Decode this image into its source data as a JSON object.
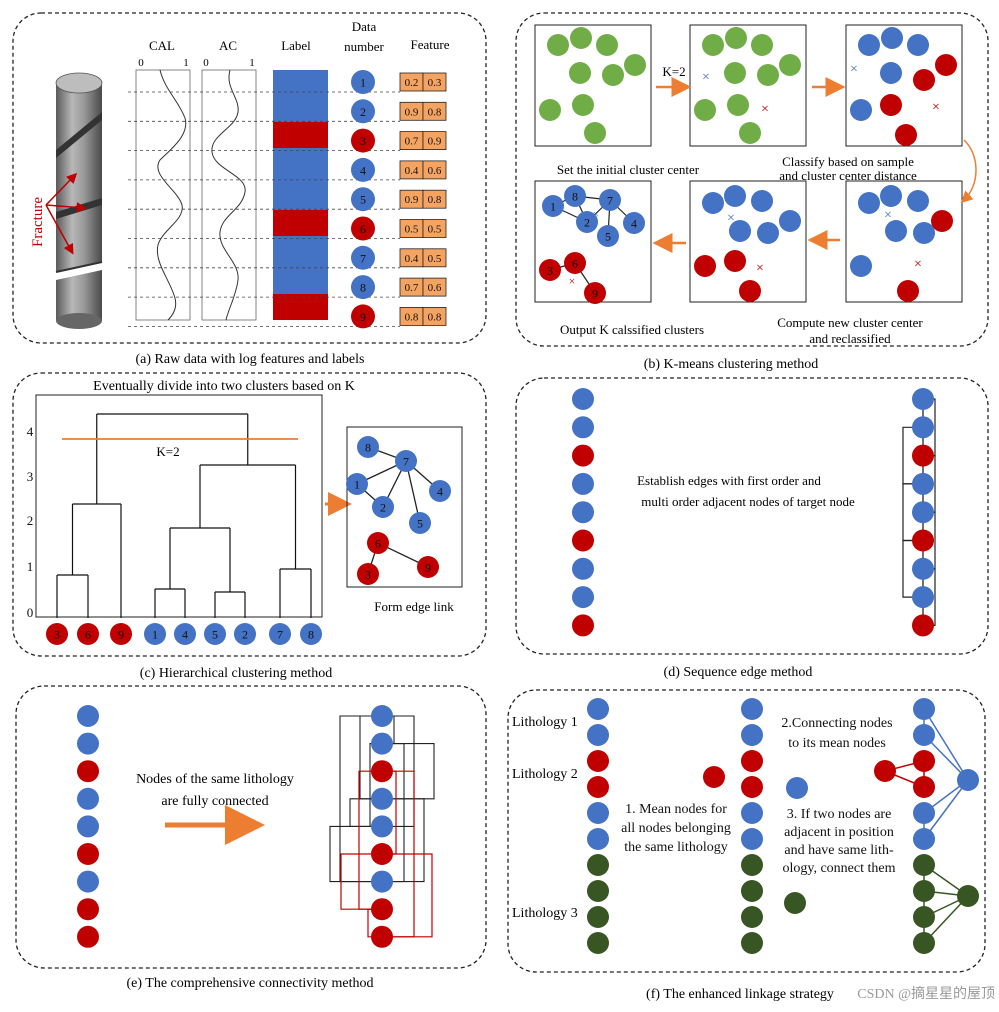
{
  "colors": {
    "blue": "#4472C4",
    "red": "#C00000",
    "green": "#70AD47",
    "dark_green": "#375623",
    "orange": "#ED7D31",
    "feature_box": "#F4A460",
    "dash": "#222222"
  },
  "panel_a": {
    "caption": "(a) Raw data with log features and labels",
    "fracture_label": "Fracture",
    "col_cal": "CAL",
    "col_ac": "AC",
    "col_label": "Label",
    "col_data_number_1": "Data",
    "col_data_number_2": "number",
    "col_feature": "Feature",
    "axis_min": "0",
    "axis_max": "1",
    "label_sequence": [
      "blue",
      "blue",
      "red",
      "blue",
      "blue",
      "red",
      "blue",
      "blue",
      "red"
    ],
    "rows": [
      {
        "n": "1",
        "color": "blue",
        "f1": "0.2",
        "f2": "0.3"
      },
      {
        "n": "2",
        "color": "blue",
        "f1": "0.9",
        "f2": "0.8"
      },
      {
        "n": "3",
        "color": "red",
        "f1": "0.7",
        "f2": "0.9"
      },
      {
        "n": "4",
        "color": "blue",
        "f1": "0.4",
        "f2": "0.6"
      },
      {
        "n": "5",
        "color": "blue",
        "f1": "0.9",
        "f2": "0.8"
      },
      {
        "n": "6",
        "color": "red",
        "f1": "0.5",
        "f2": "0.5"
      },
      {
        "n": "7",
        "color": "blue",
        "f1": "0.4",
        "f2": "0.5"
      },
      {
        "n": "8",
        "color": "blue",
        "f1": "0.7",
        "f2": "0.6"
      },
      {
        "n": "9",
        "color": "red",
        "f1": "0.8",
        "f2": "0.8"
      }
    ]
  },
  "panel_b": {
    "caption": "(b)  K-means clustering method",
    "k_label": "K=2",
    "set_initial": "Set the initial cluster center",
    "classify_1": "Classify based on sample",
    "classify_2": "and cluster center distance",
    "compute_1": "Compute new cluster center",
    "compute_2": "and reclassified",
    "output": "Output  K calssified clusters",
    "cluster_numbers": [
      "1",
      "2",
      "3",
      "4",
      "5",
      "6",
      "7",
      "8",
      "9"
    ]
  },
  "panel_c": {
    "caption": "(c) Hierarchical clustering method",
    "top_text": "Eventually divide into two clusters based on K",
    "k_label": "K=2",
    "y_ticks": [
      "0",
      "1",
      "2",
      "3",
      "4"
    ],
    "leaves": [
      {
        "n": "3",
        "color": "red"
      },
      {
        "n": "6",
        "color": "red"
      },
      {
        "n": "9",
        "color": "red"
      },
      {
        "n": "1",
        "color": "blue"
      },
      {
        "n": "4",
        "color": "blue"
      },
      {
        "n": "5",
        "color": "blue"
      },
      {
        "n": "2",
        "color": "blue"
      },
      {
        "n": "7",
        "color": "blue"
      },
      {
        "n": "8",
        "color": "blue"
      }
    ],
    "edge_link": "Form edge link"
  },
  "panel_d": {
    "caption": "(d) Sequence edge method",
    "text_1": "Establish edges with first order and",
    "text_2": "multi order adjacent nodes of target node",
    "sequence": [
      "blue",
      "blue",
      "red",
      "blue",
      "blue",
      "red",
      "blue",
      "blue",
      "red"
    ]
  },
  "panel_e": {
    "caption": "(e) The comprehensive connectivity method",
    "text_1": "Nodes of the same lithology",
    "text_2": "are fully connected",
    "sequence": [
      "blue",
      "blue",
      "red",
      "blue",
      "blue",
      "red",
      "blue",
      "red",
      "red"
    ]
  },
  "panel_f": {
    "caption": "(f) The enhanced linkage strategy",
    "lith_1": "Lithology 1",
    "lith_2": "Lithology 2",
    "lith_3": "Lithology 3",
    "step_1": [
      "1. Mean nodes for",
      "all nodes belonging",
      "the same lithology"
    ],
    "step_2": [
      "2.Connecting nodes",
      "to its mean nodes"
    ],
    "step_3": [
      "3. If two nodes are",
      "adjacent in position",
      "and have same lith-",
      "ology, connect them"
    ],
    "sequence": [
      "blue",
      "blue",
      "red",
      "red",
      "blue",
      "blue",
      "green",
      "green",
      "green",
      "green"
    ]
  },
  "watermark": "CSDN @摘星星的屋顶"
}
